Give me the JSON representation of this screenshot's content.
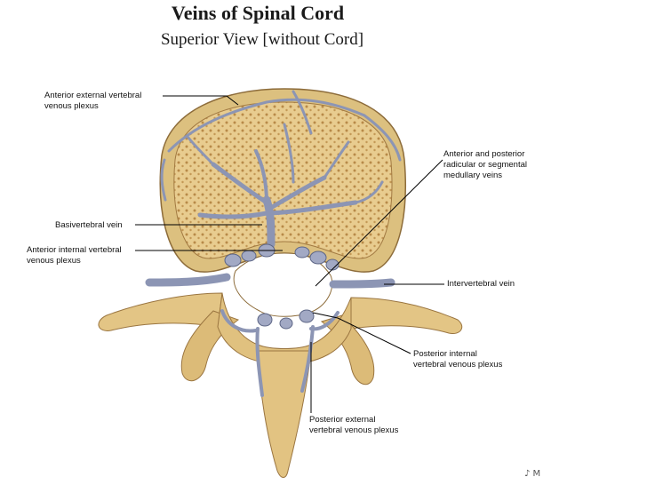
{
  "title": "Veins of Spinal Cord",
  "subtitle": "Superior View [without Cord]",
  "labels": {
    "anterior_external": "Anterior external vertebral\nvenous plexus",
    "anterior_posterior_radicular": "Anterior and posterior\nradicular or segmental\nmedullary veins",
    "basivertebral": "Basivertebral vein",
    "anterior_internal": "Anterior internal vertebral\nvenous plexus",
    "intervertebral": "Intervertebral vein",
    "posterior_internal": "Posterior internal\nvertebral venous plexus",
    "posterior_external": "Posterior external\nvertebral venous plexus"
  },
  "corner_mark": "♪ M",
  "colors": {
    "bone": "#e6c98a",
    "bone_dark": "#c9a25e",
    "vein": "#8c95b4",
    "vein_dark": "#5d6686"
  }
}
